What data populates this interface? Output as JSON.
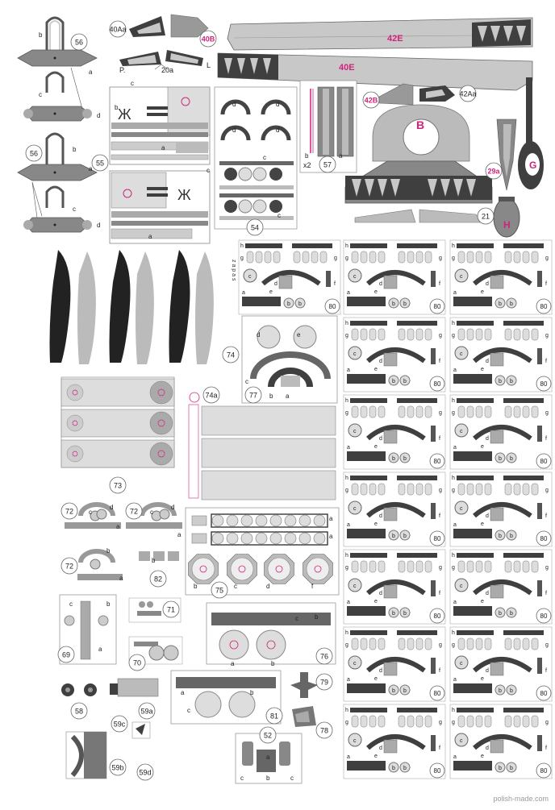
{
  "colors": {
    "dark": "#3f3f3f",
    "mid": "#8a8a8a",
    "light": "#c8c8c8",
    "pale": "#e2e2e2",
    "accent": "#d0237c",
    "line": "#666666"
  },
  "watermark": "polish-made.com",
  "zapas": "z a p a s",
  "numbers": {
    "n56a": "56",
    "n56b": "56",
    "n55": "55",
    "n54": "54",
    "n57": "57",
    "n74": "74",
    "n74a": "74a",
    "n77": "77",
    "n73": "73",
    "n72a": "72",
    "n72b": "72",
    "n72c": "72",
    "n82": "82",
    "n71": "71",
    "n69": "69",
    "n70": "70",
    "n75": "75",
    "n76": "76",
    "n58": "58",
    "n59a": "59a",
    "n59b": "59b",
    "n59c": "59c",
    "n59d": "59d",
    "n79": "79",
    "n78": "78",
    "n81": "81",
    "n52": "52",
    "n40Aa": "40Aa",
    "n42Aa": "42Aa",
    "n21": "21"
  },
  "pinkLabels": {
    "l40B": "40B",
    "l42E": "42E",
    "l40E": "40E",
    "l42B": "42B",
    "lB": "B",
    "lG": "G",
    "lH": "H",
    "l29a": "29a"
  },
  "plainLabels": {
    "l20a": "20a",
    "lP": "P.",
    "lL": "L",
    "x2": "x2"
  },
  "blockNumber": "80",
  "letters": {
    "a": "a",
    "b": "b",
    "c": "c",
    "d": "d",
    "e": "e",
    "f": "f",
    "g": "g",
    "h": "h"
  }
}
